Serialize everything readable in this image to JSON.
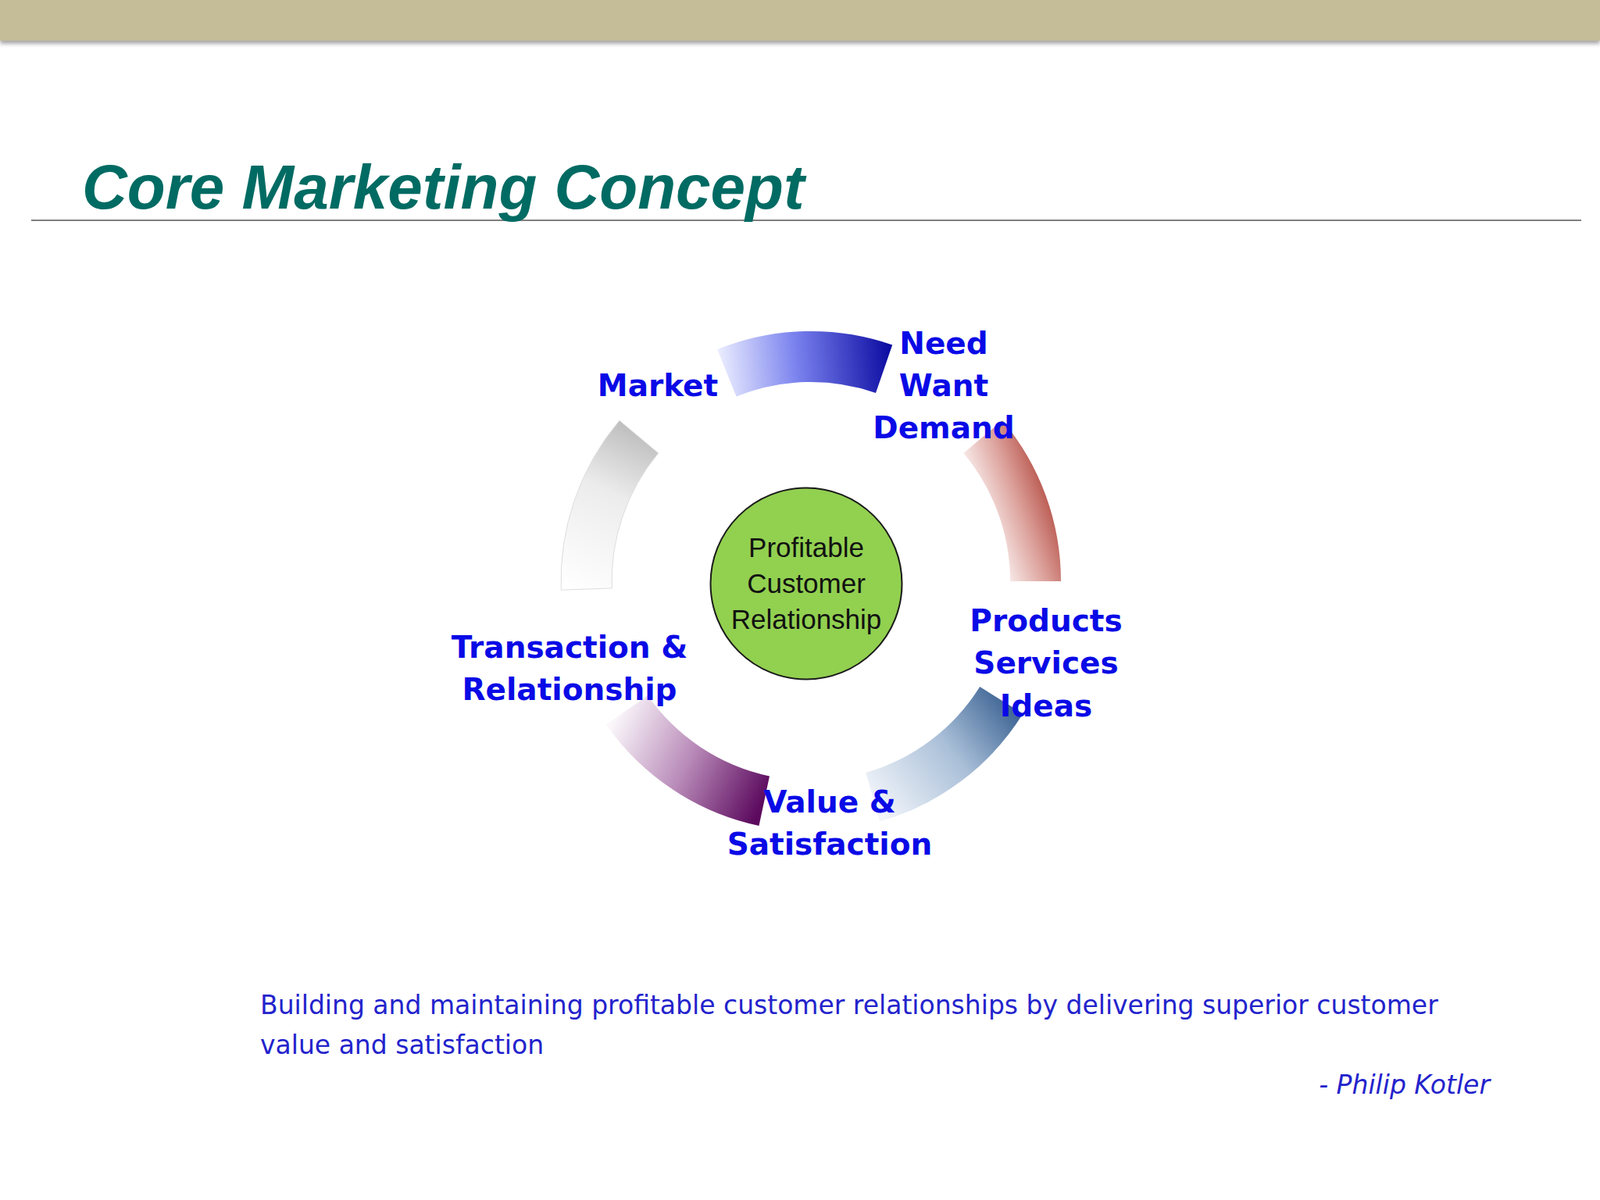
{
  "diagram": {
    "title": "Core Marketing Concept",
    "caption": "Building and maintaining profitable customer relationships by delivering superior customer value and satisfaction",
    "nodes": [
      {
        "text": [
          "Profitable Customer Relationship"
        ]
      }
    ],
    "labels": [
      "Market",
      "Need",
      "Want",
      "Demand",
      "Products",
      "Services",
      "Ideas",
      "Value & Satisfaction",
      "Transaction & Relationship",
      "- Philip Kotler"
    ]
  }
}
